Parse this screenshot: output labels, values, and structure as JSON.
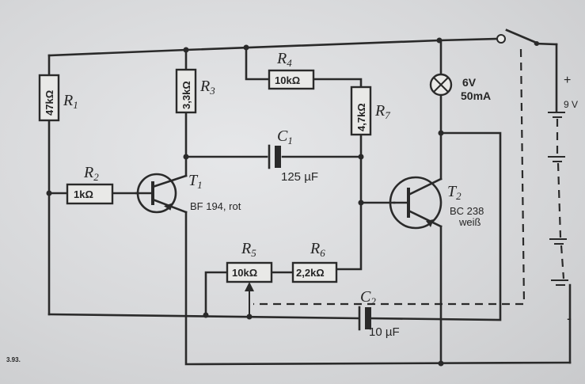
{
  "figure_number": "3.93.",
  "components": {
    "R1": {
      "name": "R",
      "sub": "1",
      "value": "47kΩ"
    },
    "R2": {
      "name": "R",
      "sub": "2",
      "value": "1kΩ"
    },
    "R3": {
      "name": "R",
      "sub": "3",
      "value": "3,3kΩ"
    },
    "R4": {
      "name": "R",
      "sub": "4",
      "value": "10kΩ"
    },
    "R5": {
      "name": "R",
      "sub": "5",
      "value": "10kΩ"
    },
    "R6": {
      "name": "R",
      "sub": "6",
      "value": "2,2kΩ"
    },
    "R7": {
      "name": "R",
      "sub": "7",
      "value": "4,7kΩ"
    },
    "C1": {
      "name": "C",
      "sub": "1",
      "value": "125 µF"
    },
    "C2": {
      "name": "C",
      "sub": "2",
      "value": "10 µF"
    },
    "T1": {
      "name": "T",
      "sub": "1",
      "type": "BF 194, rot"
    },
    "T2": {
      "name": "T",
      "sub": "2",
      "type_line1": "BC 238",
      "type_line2": "weiß"
    },
    "lamp": {
      "voltage": "6V",
      "current": "50mA"
    },
    "battery": {
      "plus": "+",
      "minus": "-",
      "voltage": "9 V"
    }
  }
}
